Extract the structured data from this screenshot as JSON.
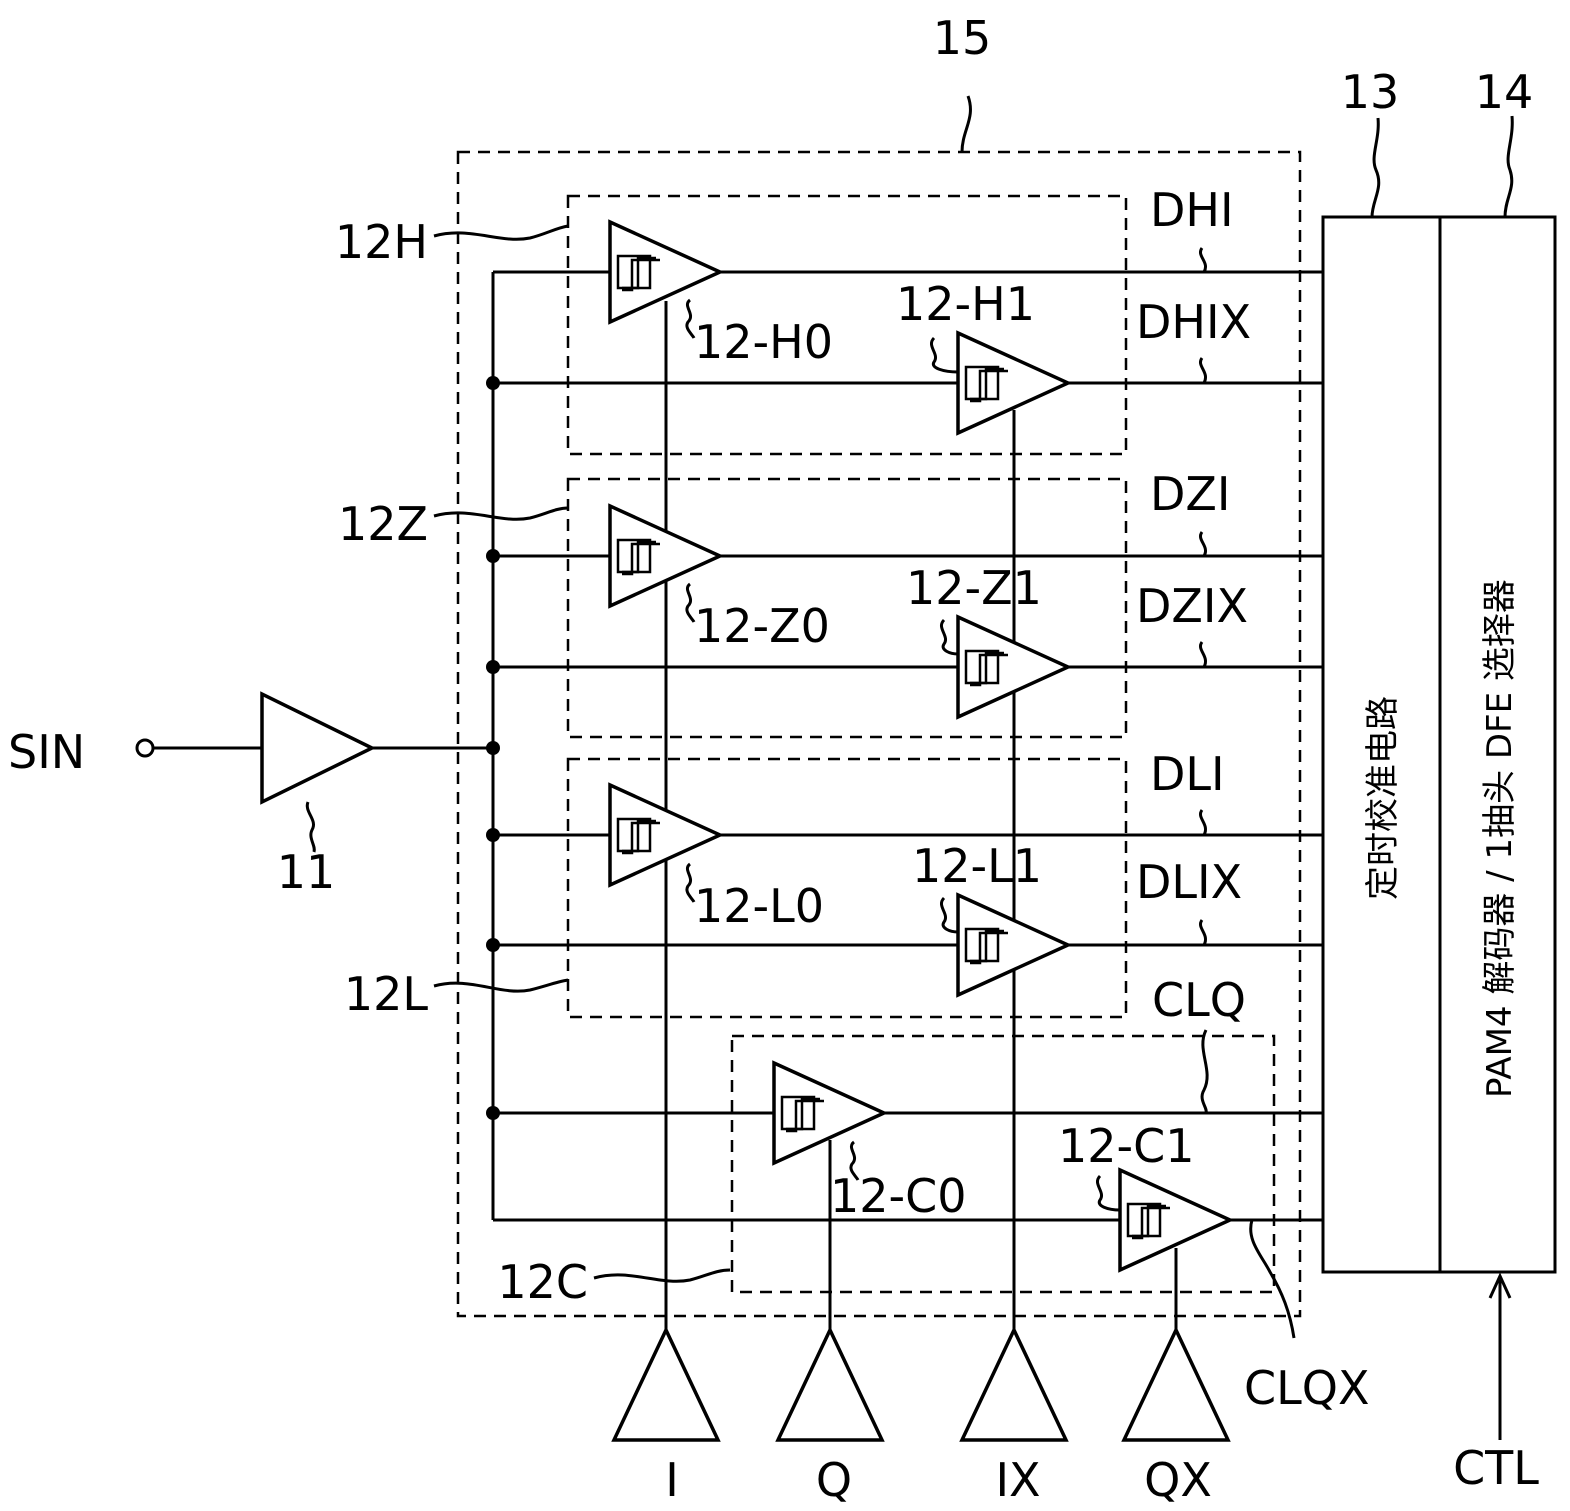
{
  "labels": {
    "block15": "15",
    "block13": "13",
    "block14": "14",
    "g12H": "12H",
    "g12Z": "12Z",
    "g12L": "12L",
    "g12C": "12C",
    "amp11": "11",
    "sin": "SIN",
    "c12H0": "12-H0",
    "c12H1": "12-H1",
    "c12Z0": "12-Z0",
    "c12Z1": "12-Z1",
    "c12L0": "12-L0",
    "c12L1": "12-L1",
    "c12C0": "12-C0",
    "c12C1": "12-C1",
    "DHI": "DHI",
    "DHIX": "DHIX",
    "DZI": "DZI",
    "DZIX": "DZIX",
    "DLI": "DLI",
    "DLIX": "DLIX",
    "CLQ": "CLQ",
    "CLQX": "CLQX",
    "I": "I",
    "Q": "Q",
    "IX": "IX",
    "QX": "QX",
    "CTL": "CTL"
  },
  "block13_text": "定时校准电路",
  "block14_text": "PAM4 解码器 / 1抽头 DFE 选择器"
}
